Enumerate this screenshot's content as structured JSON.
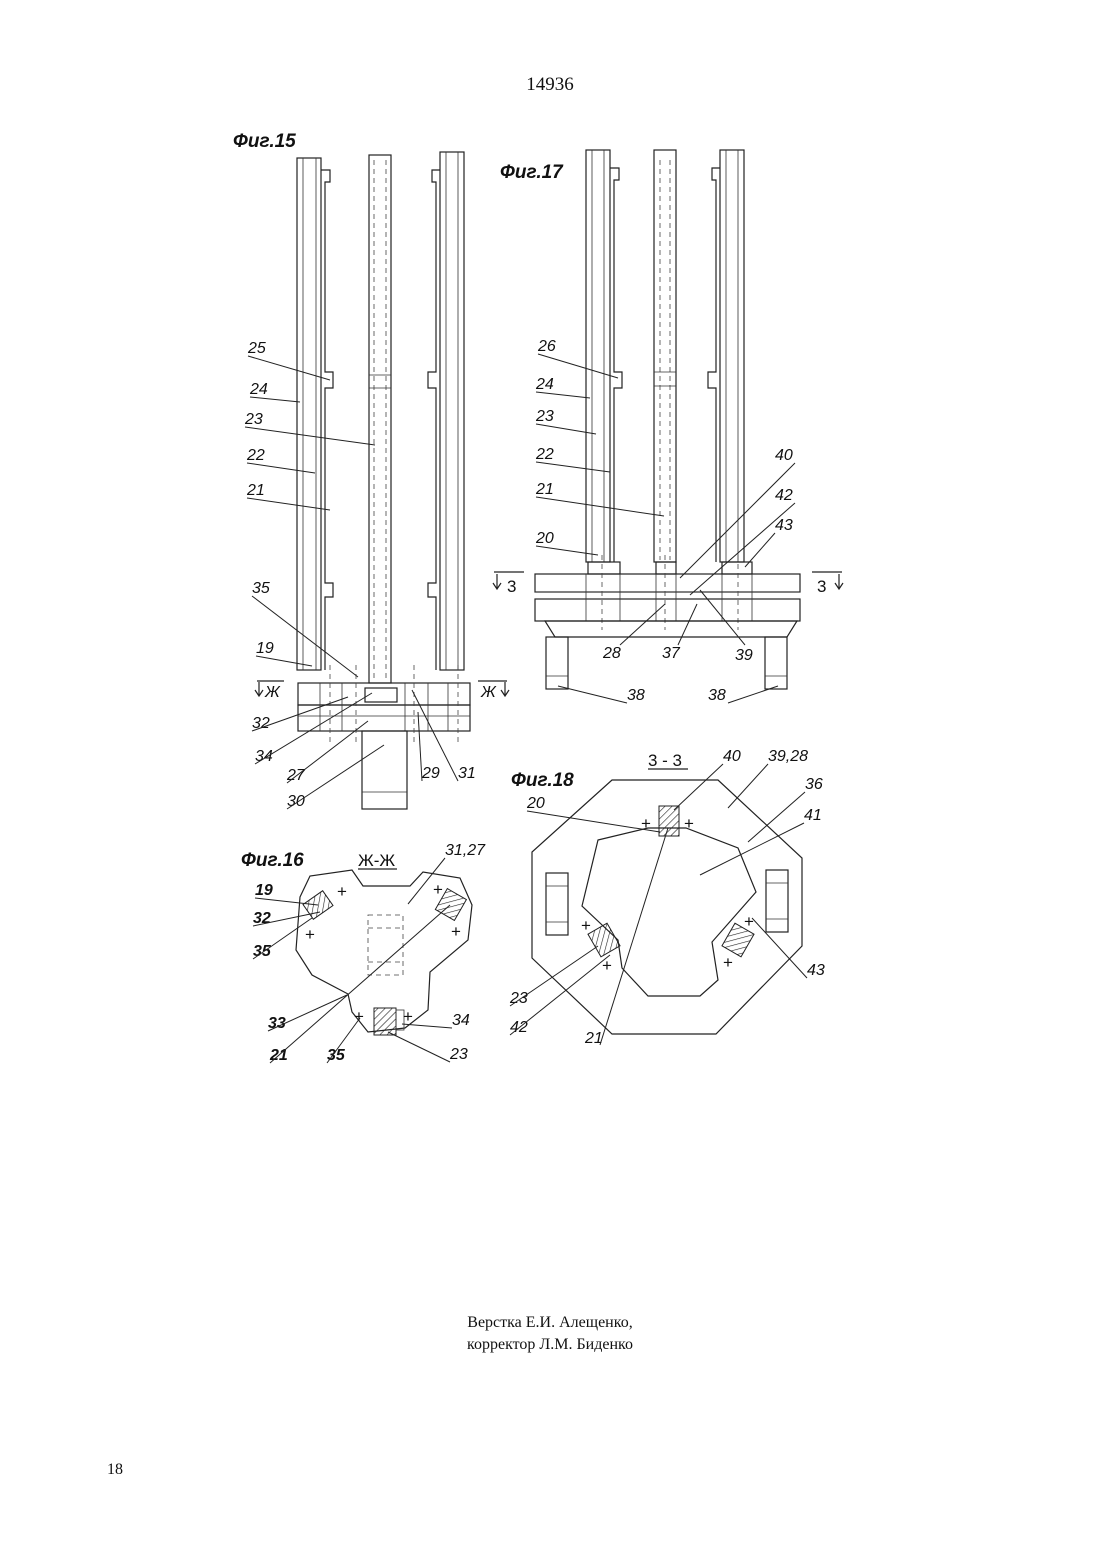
{
  "header": {
    "number": "14936"
  },
  "footer": {
    "line1": "Верстка Е.И. Алещенко,",
    "line2": "корректор Л.М. Биденко"
  },
  "page_number": "18",
  "fig15": {
    "title": "Фиг.15",
    "section_left": "Ж",
    "section_right": "Ж",
    "labels": {
      "l25": "25",
      "l24": "24",
      "l23": "23",
      "l22": "22",
      "l21": "21",
      "l35": "35",
      "l19": "19",
      "l32": "32",
      "l34": "34",
      "l27": "27",
      "l30": "30",
      "l29": "29",
      "l31": "31"
    }
  },
  "fig16": {
    "title": "Фиг.16",
    "section": "Ж-Ж",
    "labels": {
      "l3127": "31,27",
      "l19": "19",
      "l32": "32",
      "l35": "35",
      "l33": "33",
      "l21": "21",
      "l35b": "35",
      "l34": "34",
      "l23": "23"
    }
  },
  "fig17": {
    "title": "Фиг.17",
    "section_left": "3",
    "section_right": "3",
    "labels": {
      "l26": "26",
      "l24": "24",
      "l23": "23",
      "l22": "22",
      "l21": "21",
      "l20": "20",
      "l40": "40",
      "l42": "42",
      "l43": "43",
      "l28": "28",
      "l37": "37",
      "l39": "39",
      "l38a": "38",
      "l38b": "38"
    }
  },
  "fig18": {
    "title": "Фиг.18",
    "section": "3 - 3",
    "labels": {
      "l40": "40",
      "l3928": "39,28",
      "l36": "36",
      "l41": "41",
      "l20": "20",
      "l43": "43",
      "l23": "23",
      "l42": "42",
      "l21": "21"
    }
  }
}
